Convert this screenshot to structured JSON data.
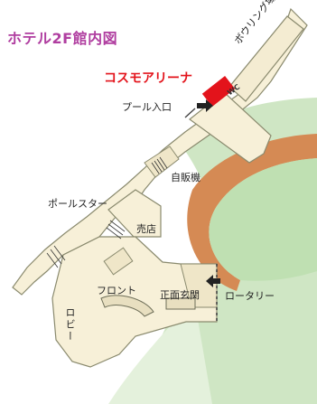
{
  "map": {
    "title": "ホテル2F館内図",
    "labels": {
      "cosmo_arena": "コスモアリーナ",
      "pool_entrance": "プール入口",
      "bowling": "ボウリング場",
      "vending_machine": "自販機",
      "porter_star": "ポールスター",
      "shop": "売店",
      "front_desk": "フロント",
      "main_entrance": "正面玄関",
      "rotary": "ロータリー",
      "lobby": "ロビー",
      "restroom": "WC"
    },
    "colors": {
      "title": "#b03ea0",
      "arena_label": "#e3131b",
      "arena_block": "#e3131b",
      "floor": "#f7f0d8",
      "floor_outline": "#8a8a6e",
      "park_green": "#cfe6c4",
      "track_brown": "#d58a54",
      "arrow": "#222222"
    },
    "icons": [
      "restroom-icon",
      "arrow-left-icon",
      "arrow-right-icon",
      "stairs-icon",
      "escalator-icon"
    ]
  }
}
